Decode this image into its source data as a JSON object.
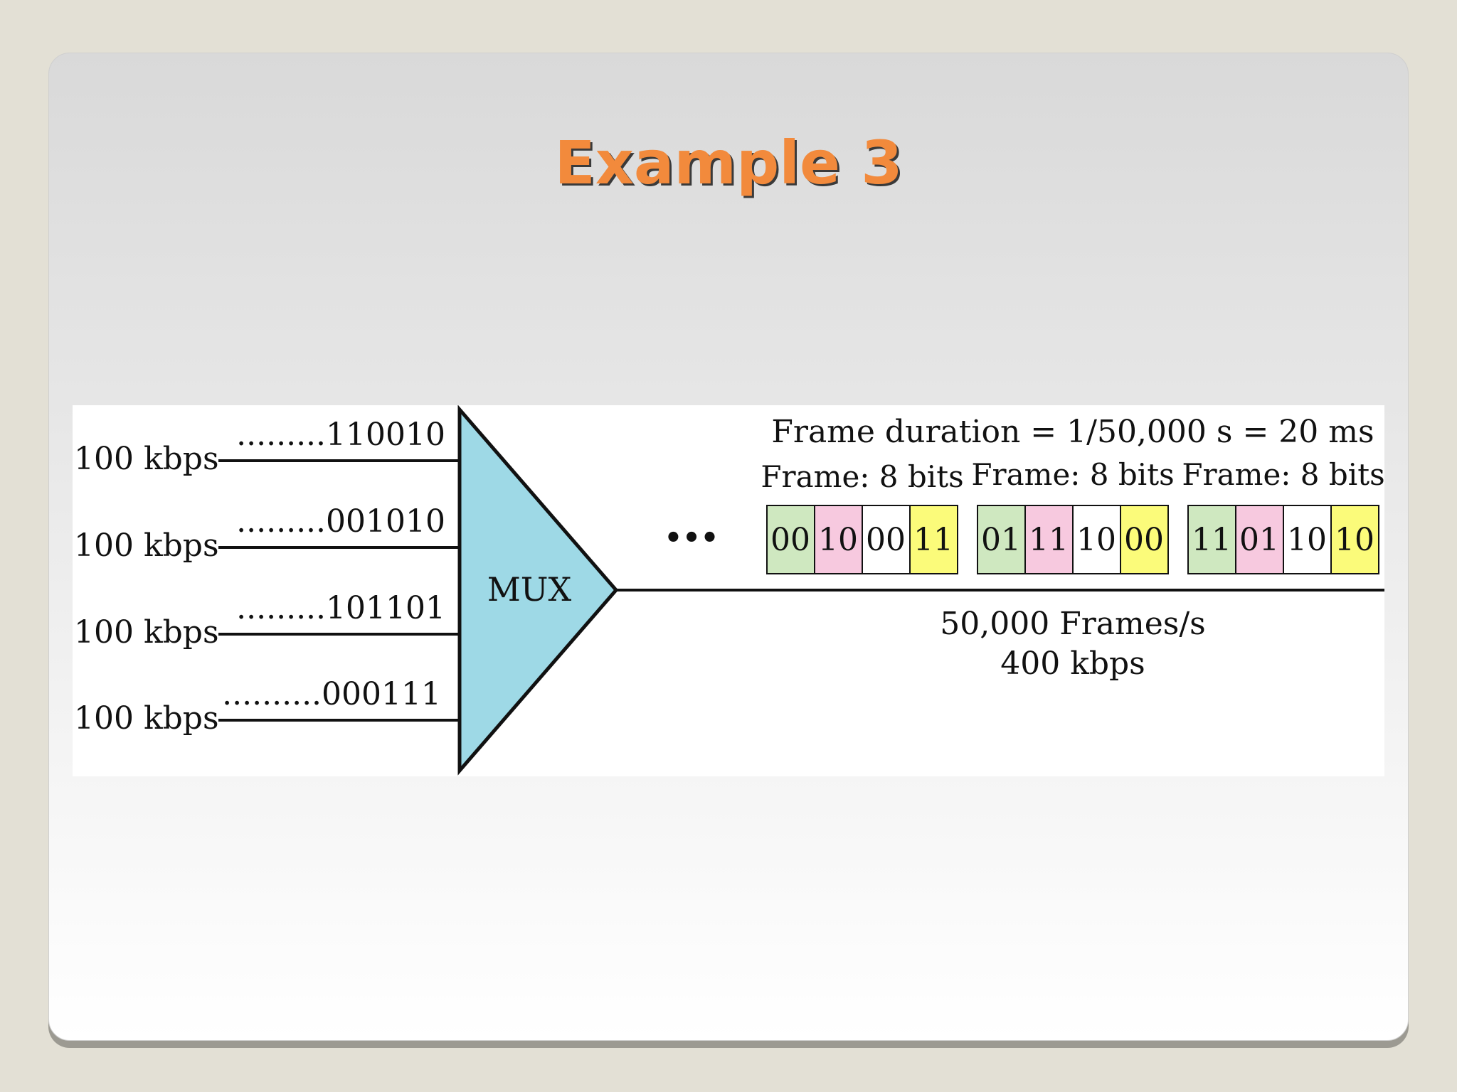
{
  "slide": {
    "title": "Example 3"
  },
  "diagram": {
    "inputs": [
      {
        "rate": "100 kbps",
        "bits": ".........110010"
      },
      {
        "rate": "100 kbps",
        "bits": ".........001010"
      },
      {
        "rate": "100 kbps",
        "bits": ".........101101"
      },
      {
        "rate": "100 kbps",
        "bits": "..........000111"
      }
    ],
    "mux_label": "MUX",
    "ellipsis": "•••",
    "frame_duration": "Frame duration = 1/50,000 s = 20 ms",
    "frames": [
      {
        "label": "Frame: 8 bits",
        "slots": [
          "00",
          "10",
          "00",
          "11"
        ]
      },
      {
        "label": "Frame: 8 bits",
        "slots": [
          "01",
          "11",
          "10",
          "00"
        ]
      },
      {
        "label": "Frame: 8 bits",
        "slots": [
          "11",
          "01",
          "10",
          "10"
        ]
      }
    ],
    "slot_colors": [
      "#cfe8c0",
      "#f7c9df",
      "#ffffff",
      "#fbfb7a"
    ],
    "mux_color": "#9ed9e6",
    "output_frames_rate": "50,000 Frames/s",
    "output_bitrate": "400 kbps"
  }
}
